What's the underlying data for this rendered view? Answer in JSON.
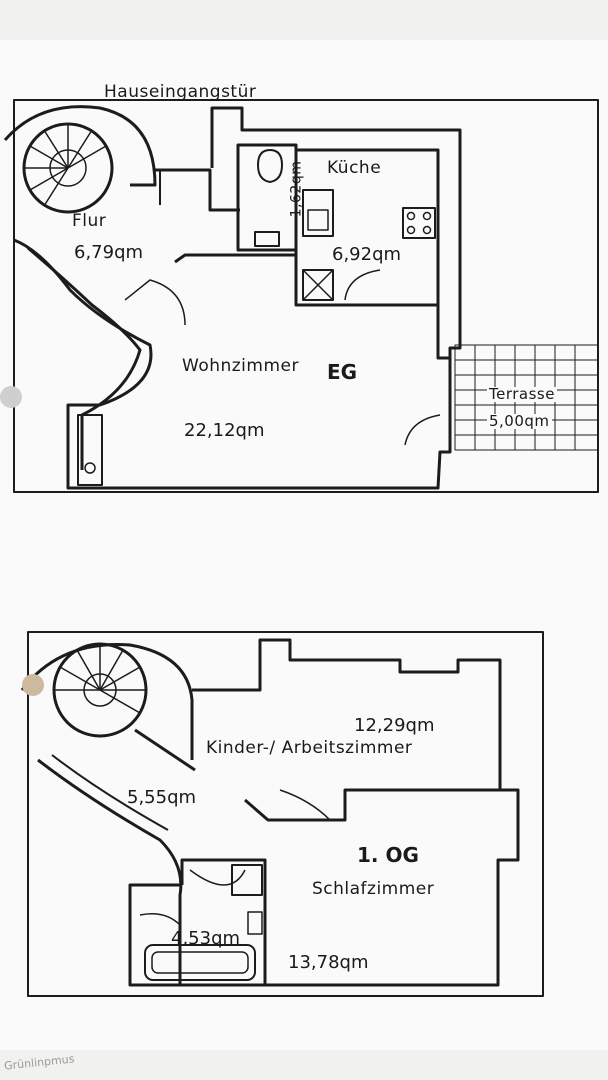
{
  "ground_floor": {
    "level": "EG",
    "entrance_label": "Hauseingangstür",
    "rooms": [
      {
        "name": "Flur",
        "area": "6,79qm"
      },
      {
        "name": "Küche",
        "area": "6,92qm"
      },
      {
        "name": "Wohnzimmer",
        "area": "22,12qm"
      },
      {
        "name": "Terrasse",
        "area": "5,00qm"
      }
    ],
    "bath_area": "1,62qm"
  },
  "upper_floor": {
    "level": "1. OG",
    "rooms": [
      {
        "name": "Kinder-/ Arbeitszimmer",
        "area": "12,29qm"
      },
      {
        "name": "",
        "area": "5,55qm"
      },
      {
        "name": "Schlafzimmer",
        "area": "13,78qm"
      }
    ],
    "bath_area": "4,53qm"
  },
  "footer_text": "Grünlinpmus",
  "colors": {
    "line": "#1c1c1c",
    "paper": "#fafafa",
    "background": "#f1f1ef",
    "punch_hole": "#cfcfcf",
    "punch_hole_2": "#cdb9a0"
  }
}
